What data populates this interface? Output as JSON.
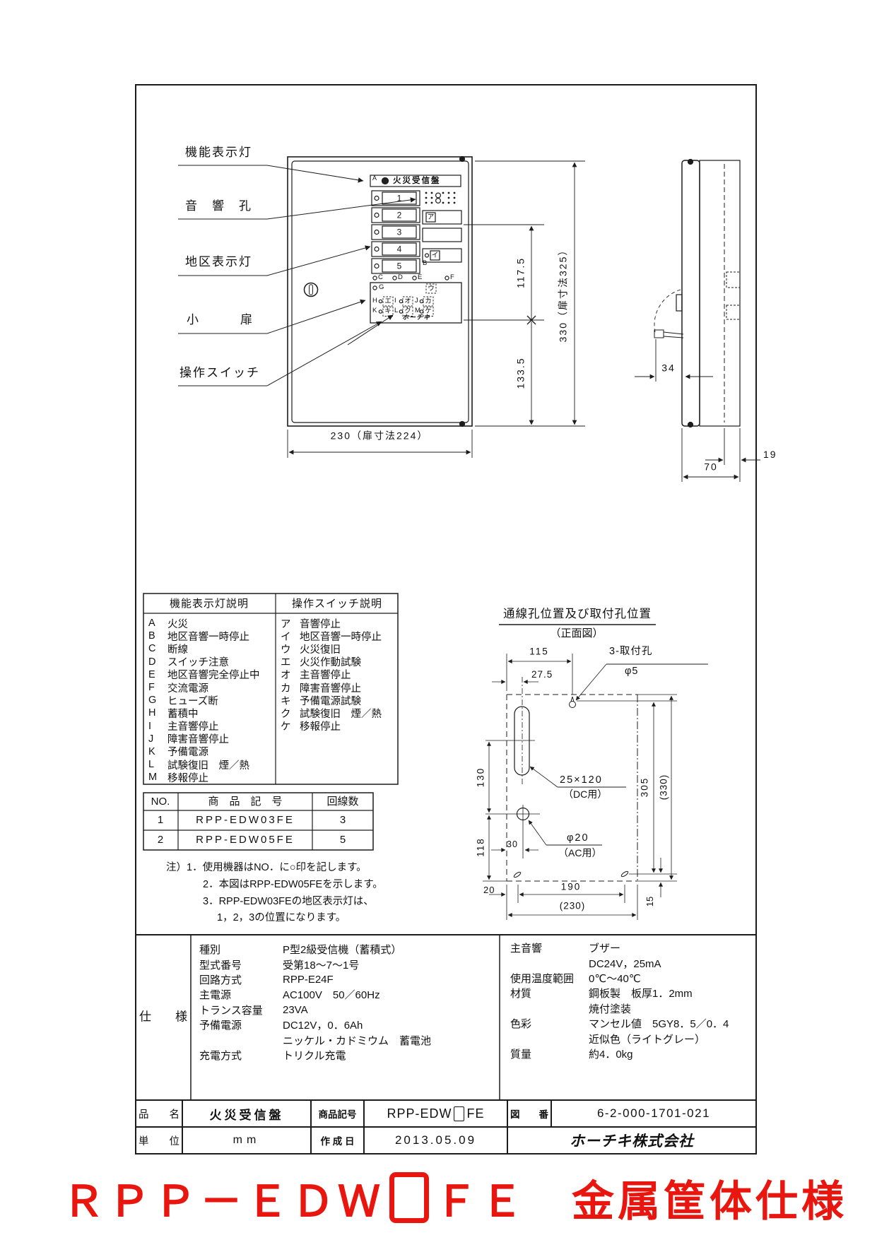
{
  "front_view": {
    "callouts": [
      "機能表示灯",
      "音　響　孔",
      "地区表示灯",
      "小　　　扉",
      "操作スイッチ"
    ],
    "lamp_a": "A",
    "panel_title": "火災受信盤",
    "zones": [
      "1",
      "2",
      "3",
      "4",
      "5"
    ],
    "switch_a": "ア",
    "switch_i": "イ",
    "lamp_b": "B",
    "lamps_row": [
      "C",
      "D",
      "E",
      "F"
    ],
    "lamp_g": "G",
    "switch_u": "ウ",
    "legend": [
      {
        "l": "H",
        "s": "エ"
      },
      {
        "l": "I",
        "s": "オ"
      },
      {
        "l": "J",
        "s": "カ"
      },
      {
        "l": "K",
        "s": "キ"
      },
      {
        "l": "L",
        "s": "ク"
      },
      {
        "l": "M",
        "s": "ケ"
      }
    ],
    "logo": "ホーチキ"
  },
  "dimensions": {
    "front_upper": "117.5",
    "front_lower": "133.5",
    "front_height": "330（扉寸法325）",
    "front_width": "230（扉寸法224）",
    "side_door": "34",
    "side_back": "19",
    "side_depth": "70"
  },
  "function_table": {
    "header_left": "機能表示灯説明",
    "header_right": "操作スイッチ説明",
    "left": [
      {
        "k": "A",
        "v": "火災"
      },
      {
        "k": "B",
        "v": "地区音響一時停止"
      },
      {
        "k": "C",
        "v": "断線"
      },
      {
        "k": "D",
        "v": "スイッチ注意"
      },
      {
        "k": "E",
        "v": "地区音響完全停止中"
      },
      {
        "k": "F",
        "v": "交流電源"
      },
      {
        "k": "G",
        "v": "ヒューズ断"
      },
      {
        "k": "H",
        "v": "蓄積中"
      },
      {
        "k": "I",
        "v": "主音響停止"
      },
      {
        "k": "J",
        "v": "障害音響停止"
      },
      {
        "k": "K",
        "v": "予備電源"
      },
      {
        "k": "L",
        "v": "試験復旧　煙／熱"
      },
      {
        "k": "M",
        "v": "移報停止"
      }
    ],
    "right": [
      {
        "k": "ア",
        "v": "音響停止"
      },
      {
        "k": "イ",
        "v": "地区音響一時停止"
      },
      {
        "k": "ウ",
        "v": "火災復旧"
      },
      {
        "k": "エ",
        "v": "火災作動試験"
      },
      {
        "k": "オ",
        "v": "主音響停止"
      },
      {
        "k": "カ",
        "v": "障害音響停止"
      },
      {
        "k": "キ",
        "v": "予備電源試験"
      },
      {
        "k": "ク",
        "v": "試験復旧　煙／熱"
      },
      {
        "k": "ケ",
        "v": "移報停止"
      }
    ]
  },
  "model_table": {
    "h_no": "NO.",
    "h_code": "商　品　記　号",
    "h_lines": "回線数",
    "rows": [
      {
        "no": "1",
        "code": "RPP-EDW03FE",
        "lines": "3"
      },
      {
        "no": "2",
        "code": "RPP-EDW05FE",
        "lines": "5"
      }
    ]
  },
  "notes": {
    "line1": "注）1．使用機器はNO．に○印を記します。",
    "line2": "2．本図はRPP-EDW05FEを示します。",
    "line3": "3．RPP-EDW03FEの地区表示灯は、",
    "line4": "1，2，3の位置になります。"
  },
  "mounting": {
    "title": "通線孔位置及び取付孔位置",
    "subtitle": "（正面図）",
    "hole_label": "3-取付孔",
    "hole_dia": "φ5",
    "dc_slot": "25×120",
    "dc_use": "（DC用）",
    "ac_hole": "φ20",
    "ac_use": "（AC用）",
    "dim_115": "115",
    "dim_275": "27.5",
    "dim_130": "130",
    "dim_118": "118",
    "dim_30": "30",
    "dim_305": "305",
    "dim_330": "(330)",
    "dim_20": "20",
    "dim_190": "190",
    "dim_230": "(230)",
    "dim_15": "15"
  },
  "spec": {
    "row_label": "仕　　様",
    "left": [
      {
        "k": "種別",
        "v": "P型2級受信機（蓄積式）"
      },
      {
        "k": "型式番号",
        "v": "受第18～7～1号"
      },
      {
        "k": "回路方式",
        "v": "RPP-E24F"
      },
      {
        "k": "主電源",
        "v": "AC100V　50／60Hz"
      },
      {
        "k": "トランス容量",
        "v": "23VA"
      },
      {
        "k": "予備電源",
        "v": "DC12V，0．6Ah"
      },
      {
        "k": "",
        "v": "ニッケル・カドミウム　蓄電池"
      },
      {
        "k": "充電方式",
        "v": "トリクル充電"
      }
    ],
    "right": [
      {
        "k": "主音響",
        "v": "ブザー"
      },
      {
        "k": "",
        "v": "DC24V，25mA"
      },
      {
        "k": "使用温度範囲",
        "v": "0℃～40℃"
      },
      {
        "k": "材質",
        "v": "鋼板製　板厚1．2mm"
      },
      {
        "k": "",
        "v": "焼付塗装"
      },
      {
        "k": "色彩",
        "v": "マンセル値　5GY8．5／0．4"
      },
      {
        "k": "",
        "v": "近似色（ライトグレー）"
      },
      {
        "k": "質量",
        "v": "約4．0kg"
      }
    ]
  },
  "title_block": {
    "name_label": "品　　名",
    "name_value": "火災受信盤",
    "code_label": "商品記号",
    "code_prefix": "RPP-EDW",
    "code_suffix": "FE",
    "fig_label": "図　　番",
    "fig_value": "6-2-000-1701-021",
    "unit_label": "単　　位",
    "unit_value": "mm",
    "date_label": "作 成 日",
    "date_value": "2013.05.09",
    "company": "ホーチキ株式会社"
  },
  "footer": {
    "model_prefix": "ＲＰＰ－ＥＤＷ",
    "model_suffix": "ＦＥ",
    "spec_note": "金属筐体仕様"
  }
}
